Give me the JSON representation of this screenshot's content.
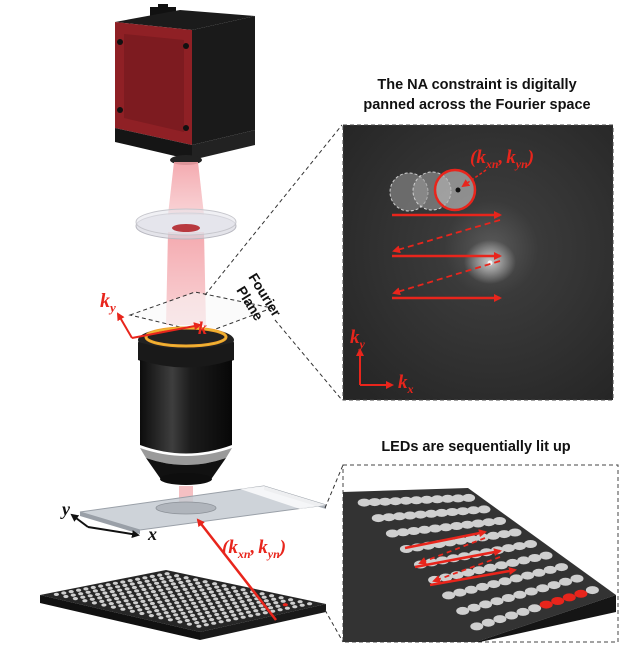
{
  "figure": {
    "top_caption_line1": "The NA constraint is digitally",
    "top_caption_line2": "panned across the Fourier space",
    "bottom_caption": "LEDs are sequentially lit up",
    "fourier_label_line1": "Fourier",
    "fourier_label_line2": "Plane",
    "ky_symbol": "k",
    "ky_subscript": "y",
    "kx_symbol": "k",
    "kx_subscript": "x",
    "coord_paren_open": "(",
    "coord_comma": ",",
    "coord_paren_close": ")",
    "kxn_sub": "xn",
    "kyn_sub": "yn",
    "axis_y": "y",
    "axis_x": "x"
  },
  "colors": {
    "accent_red": "#e8251c",
    "camera_red": "#8f2025",
    "dark_panel": "#2a2a2a",
    "pcb": "#2d2d2d",
    "led_off": "#cfcfcf",
    "led_on": "#e8251c"
  }
}
